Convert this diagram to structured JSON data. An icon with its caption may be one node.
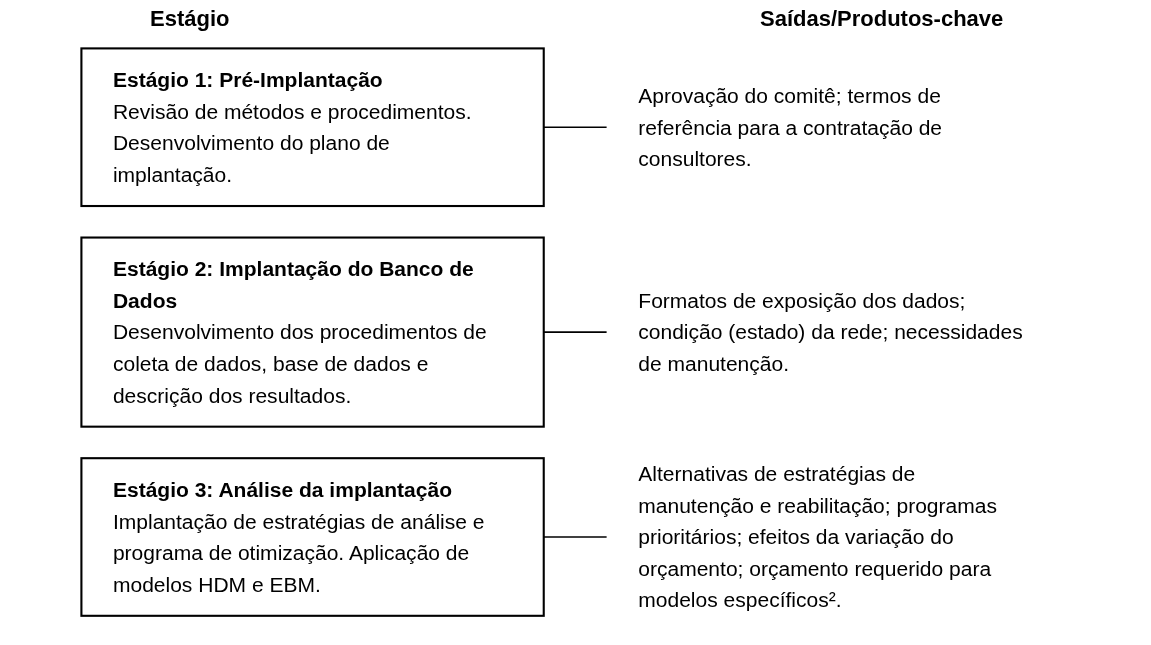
{
  "diagram": {
    "nodes": [
      {
        "text": [
          "Estágio 1: Pré-Implantação",
          "Revisão de métodos e procedimentos. Desenvolvimento do plano de implantação."
        ]
      },
      {
        "text": [
          "Aprovação do comitê; termos de referência para a contratação de consultores."
        ]
      },
      {
        "text": [
          "Estágio 2: Implantação do Banco de Dados",
          "Desenvolvimento dos procedimentos de coleta de dados, base de dados e descrição dos resultados."
        ]
      },
      {
        "text": [
          "Formatos de exposição dos dados; condição (estado) da rede; necessidades de manutenção."
        ]
      },
      {
        "text": [
          "Estágio 3: Análise da implantação",
          "Implantação de estratégias de análise e programa de otimização. Aplicação de modelos HDM e EBM."
        ]
      },
      {
        "text": [
          "Alternativas de estratégias de manutenção e reabilitação; programas prioritários; efeitos da variação do orçamento; orçamento requerido para modelos específicos²."
        ]
      }
    ],
    "edges": [
      {
        "from": 0,
        "to": 1,
        "arrow": "none"
      },
      {
        "from": 2,
        "to": 3,
        "arrow": "none"
      },
      {
        "from": 4,
        "to": 5,
        "arrow": "none"
      }
    ],
    "labels": [
      "Estágio",
      "Saídas/Produtos-chave"
    ]
  }
}
